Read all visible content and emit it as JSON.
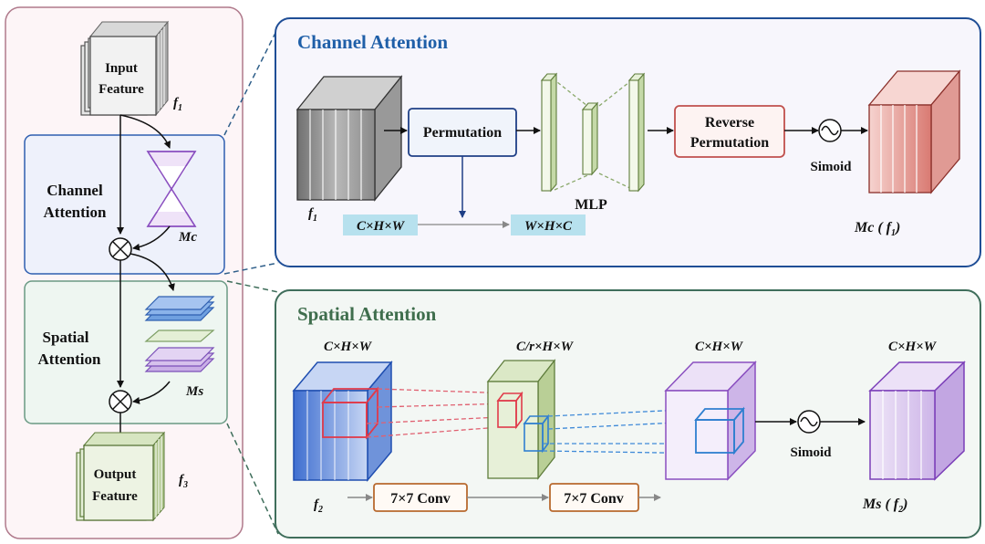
{
  "overview": {
    "input_label_line1": "Input",
    "input_label_line2": "Feature",
    "f1": "f",
    "f1_sub": "1",
    "channel_label_line1": "Channel",
    "channel_label_line2": "Attention",
    "mc": "Mc",
    "spatial_label_line1": "Spatial",
    "spatial_label_line2": "Attention",
    "ms": "Ms",
    "output_label_line1": "Output",
    "output_label_line2": "Feature",
    "f3": "f",
    "f3_sub": "3"
  },
  "channel_attention": {
    "title": "Channel Attention",
    "input_label": "f",
    "input_label_sub": "1",
    "permutation": "Permutation",
    "mlp": "MLP",
    "reverse_line1": "Reverse",
    "reverse_line2": "Permutation",
    "sigmoid": "Simoid",
    "output_label": "Mc ( f",
    "output_label_sub": "1",
    "output_label_end": ")",
    "shape_in": "C×H×W",
    "shape_out": "W×H×C"
  },
  "spatial_attention": {
    "title": "Spatial Attention",
    "shape1": "C×H×W",
    "shape2": "C/r×H×W",
    "shape3": "C×H×W",
    "shape4": "C×H×W",
    "input_label": "f",
    "input_label_sub": "2",
    "conv1": "7×7 Conv",
    "conv2": "7×7 Conv",
    "sigmoid": "Simoid",
    "output_label": "Ms ( f",
    "output_label_sub": "2",
    "output_label_end": ")"
  },
  "colors": {
    "channel_title": "#1f5fa8",
    "spatial_title": "#3f6e4d",
    "channel_border": "#1f4e96",
    "spatial_border": "#3f6e5b",
    "left_border": "#b07a8c",
    "perm_border": "#1f3f86",
    "reverse_border": "#c0504d",
    "conv_border": "#b8692e",
    "shape_tag_bg": "#b7e1ee"
  }
}
